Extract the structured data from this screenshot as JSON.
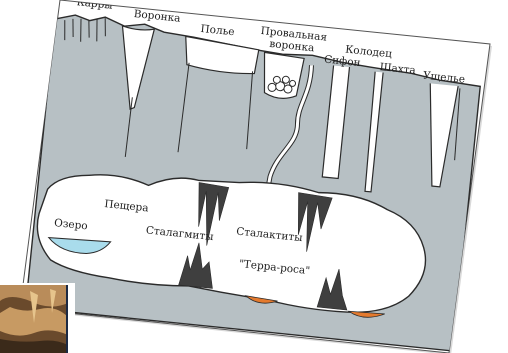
{
  "diagram": {
    "labels": {
      "karry": "Карры",
      "voronka": "Воронка",
      "polye": "Полье",
      "provalnaya_line1": "Провальная",
      "provalnaya_line2": "воронка",
      "kolodets": "Колодец",
      "sifon": "Сифон",
      "shakhta": "Шахта",
      "ushchelye": "Ущелье",
      "peshchera": "Пещера",
      "ozero": "Озеро",
      "stalagmity": "Сталагмиты",
      "stalaktity": "Сталактиты",
      "terra_rosa": "\"Терра-роса\""
    },
    "colors": {
      "rock": "#b7c0c4",
      "cave": "#ffffff",
      "lake": "#a9dcec",
      "terra_rosa": "#e47a2e",
      "speleothem": "#3f3f3f",
      "outline": "#2b2b2b"
    }
  },
  "photo": {
    "icon": "cave-photo"
  }
}
